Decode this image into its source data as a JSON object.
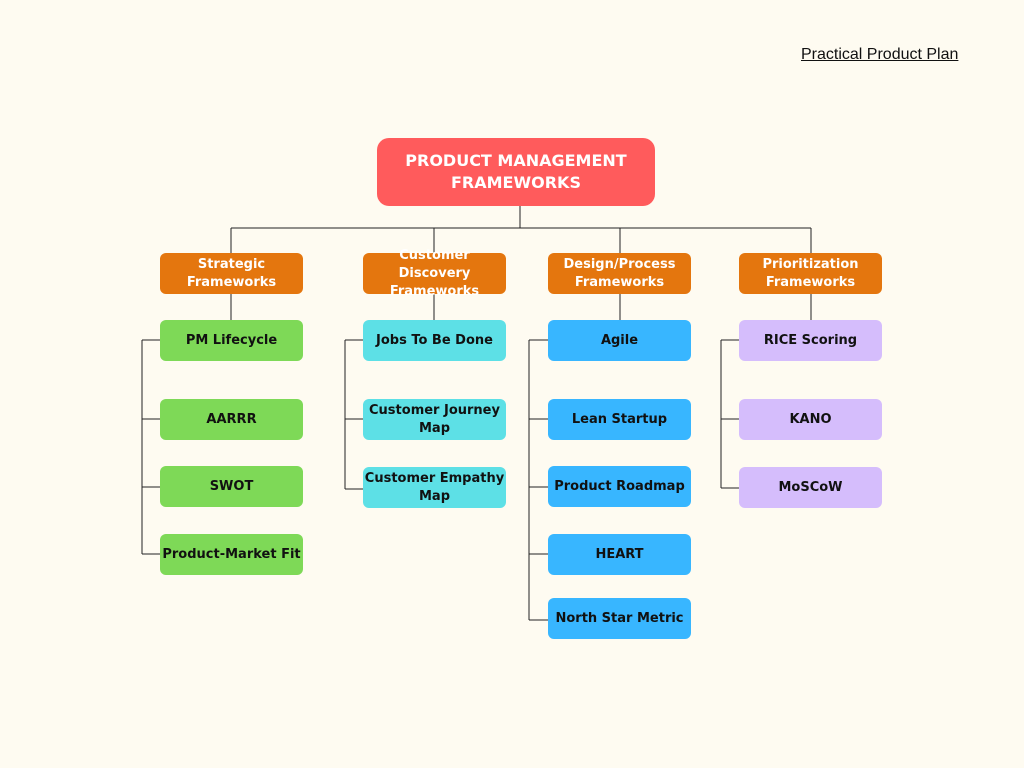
{
  "credit": "Practical Product Plan",
  "root": {
    "label": "PRODUCT MANAGEMENT FRAMEWORKS"
  },
  "categories": [
    {
      "label": "Strategic Frameworks",
      "color": "#e4760e",
      "item_color": "#7ed957",
      "items": [
        "PM Lifecycle",
        "AARRR",
        "SWOT",
        "Product-Market Fit"
      ]
    },
    {
      "label": "Customer Discovery Frameworks",
      "color": "#e4760e",
      "item_color": "#5de0e6",
      "items": [
        "Jobs To Be Done",
        "Customer Journey Map",
        "Customer Empathy Map"
      ]
    },
    {
      "label": "Design/Process Frameworks",
      "color": "#e4760e",
      "item_color": "#38b6ff",
      "items": [
        "Agile",
        "Lean Startup",
        "Product Roadmap",
        "HEART",
        "North Star Metric"
      ]
    },
    {
      "label": "Prioritization Frameworks",
      "color": "#e4760e",
      "item_color": "#d5bdfc",
      "items": [
        "RICE Scoring",
        "KANO",
        "MoSCoW"
      ]
    }
  ]
}
